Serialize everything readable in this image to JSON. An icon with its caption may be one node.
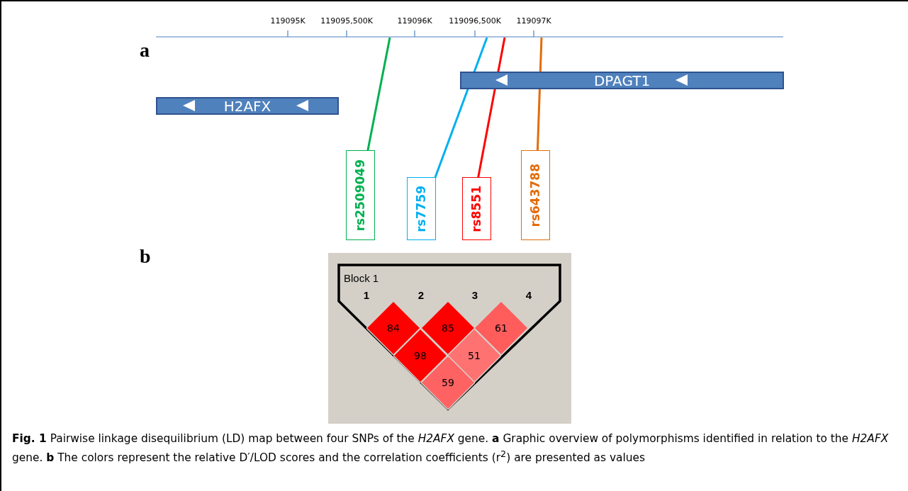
{
  "diagram": {
    "caption": "**Fig. 1** Pairwise linkage disequilibrium (LD) map between four SNPs of the *H2AFX* gene. **a** Graphic overview of polymorphisms identified in relation to the *H2AFX* gene. **b** The colors represent the relative D′/LOD scores and the correlation coefficients (r$^{2}$) are presented as values",
    "nodes": [
      {
        "text": [
          "H2AFX"
        ]
      },
      {
        "text": [
          "DPAGT1"
        ]
      },
      {
        "text": [
          "rs2509049"
        ]
      },
      {
        "text": [
          "rs7759"
        ]
      },
      {
        "text": [
          "rs8551"
        ]
      },
      {
        "text": [
          "rs643788"
        ]
      },
      {
        "text": [
          "Block 1"
        ]
      },
      {
        "text": [
          "84"
        ],
        "in": 6
      },
      {
        "text": [
          "85"
        ],
        "in": 6
      },
      {
        "text": [
          "61"
        ],
        "in": 6
      },
      {
        "text": [
          "98"
        ],
        "in": 6
      },
      {
        "text": [
          "51"
        ],
        "in": 6
      },
      {
        "text": [
          "59"
        ],
        "in": 6
      }
    ],
    "edges": [
      {
        "from": 2,
        "to": null,
        "arrow": "none",
        "color": "#00b050"
      },
      {
        "from": 3,
        "to": null,
        "arrow": "none",
        "color": "#00b0f0"
      },
      {
        "from": 4,
        "to": null,
        "arrow": "none",
        "color": "#ff0000"
      },
      {
        "from": 5,
        "to": null,
        "arrow": "none",
        "color": "#e36c09"
      }
    ],
    "labels": [
      "119095K",
      "119095,500K",
      "119096K",
      "119096,500K",
      "119097K",
      "a",
      "b",
      "1",
      "2",
      "3",
      "4"
    ]
  }
}
